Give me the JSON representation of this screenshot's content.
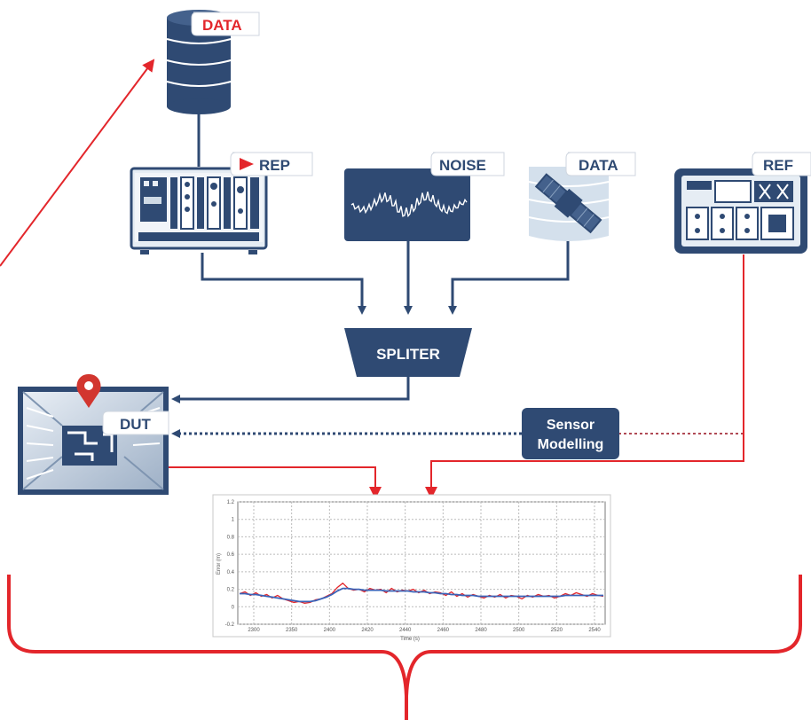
{
  "labels": {
    "data_top": "DATA",
    "rep": "REP",
    "noise": "NOISE",
    "data_right": "DATA",
    "ref": "REF",
    "spliter": "SPLITER",
    "dut": "DUT",
    "sensor_line1": "Sensor",
    "sensor_line2": "Modelling"
  },
  "colors": {
    "navy": "#2f4a73",
    "red": "#e3262b",
    "light_blue": "#c9d7e6",
    "dot_line": "#b04a55"
  },
  "icons": {
    "database": "database-icon",
    "rep_device": "instrument-rack-icon",
    "noise_wave": "waveform-icon",
    "satellite": "satellite-icon",
    "ref_device": "reference-receiver-icon",
    "dut_device": "anechoic-chamber-icon",
    "location_pin": "map-pin-icon"
  },
  "chart_data": {
    "type": "line",
    "ylim": [
      -0.2,
      1.2
    ],
    "yticks": [
      "1.2",
      "1",
      "0.8",
      "0.6",
      "0.4",
      "0.2",
      "0",
      "-0.2"
    ],
    "xticks": [
      "2300",
      "2350",
      "2400",
      "2420",
      "2440",
      "2460",
      "2480",
      "2500",
      "2520",
      "2540"
    ],
    "xlabel": "Time (s)",
    "ylabel": "Error (m)",
    "grid": true,
    "series": [
      {
        "color": "#e3262b",
        "values": [
          0.15,
          0.17,
          0.13,
          0.16,
          0.12,
          0.14,
          0.1,
          0.13,
          0.09,
          0.07,
          0.05,
          0.06,
          0.04,
          0.05,
          0.08,
          0.09,
          0.12,
          0.15,
          0.22,
          0.27,
          0.21,
          0.19,
          0.2,
          0.17,
          0.21,
          0.19,
          0.2,
          0.16,
          0.21,
          0.17,
          0.19,
          0.18,
          0.2,
          0.16,
          0.19,
          0.15,
          0.17,
          0.16,
          0.13,
          0.17,
          0.12,
          0.15,
          0.11,
          0.14,
          0.12,
          0.1,
          0.13,
          0.11,
          0.14,
          0.1,
          0.13,
          0.12,
          0.09,
          0.13,
          0.11,
          0.14,
          0.12,
          0.13,
          0.1,
          0.12,
          0.15,
          0.13,
          0.16,
          0.14,
          0.12,
          0.15,
          0.13,
          0.12
        ]
      },
      {
        "color": "#3a63b8",
        "values": [
          0.15,
          0.15,
          0.14,
          0.14,
          0.13,
          0.12,
          0.11,
          0.1,
          0.09,
          0.08,
          0.07,
          0.06,
          0.06,
          0.06,
          0.07,
          0.09,
          0.11,
          0.14,
          0.18,
          0.21,
          0.21,
          0.2,
          0.2,
          0.19,
          0.19,
          0.19,
          0.19,
          0.18,
          0.18,
          0.18,
          0.18,
          0.18,
          0.17,
          0.17,
          0.17,
          0.16,
          0.16,
          0.15,
          0.15,
          0.14,
          0.14,
          0.13,
          0.13,
          0.13,
          0.12,
          0.12,
          0.12,
          0.12,
          0.12,
          0.12,
          0.12,
          0.12,
          0.12,
          0.12,
          0.12,
          0.12,
          0.12,
          0.12,
          0.12,
          0.12,
          0.13,
          0.13,
          0.13,
          0.13,
          0.13,
          0.13,
          0.13,
          0.13
        ]
      }
    ]
  }
}
